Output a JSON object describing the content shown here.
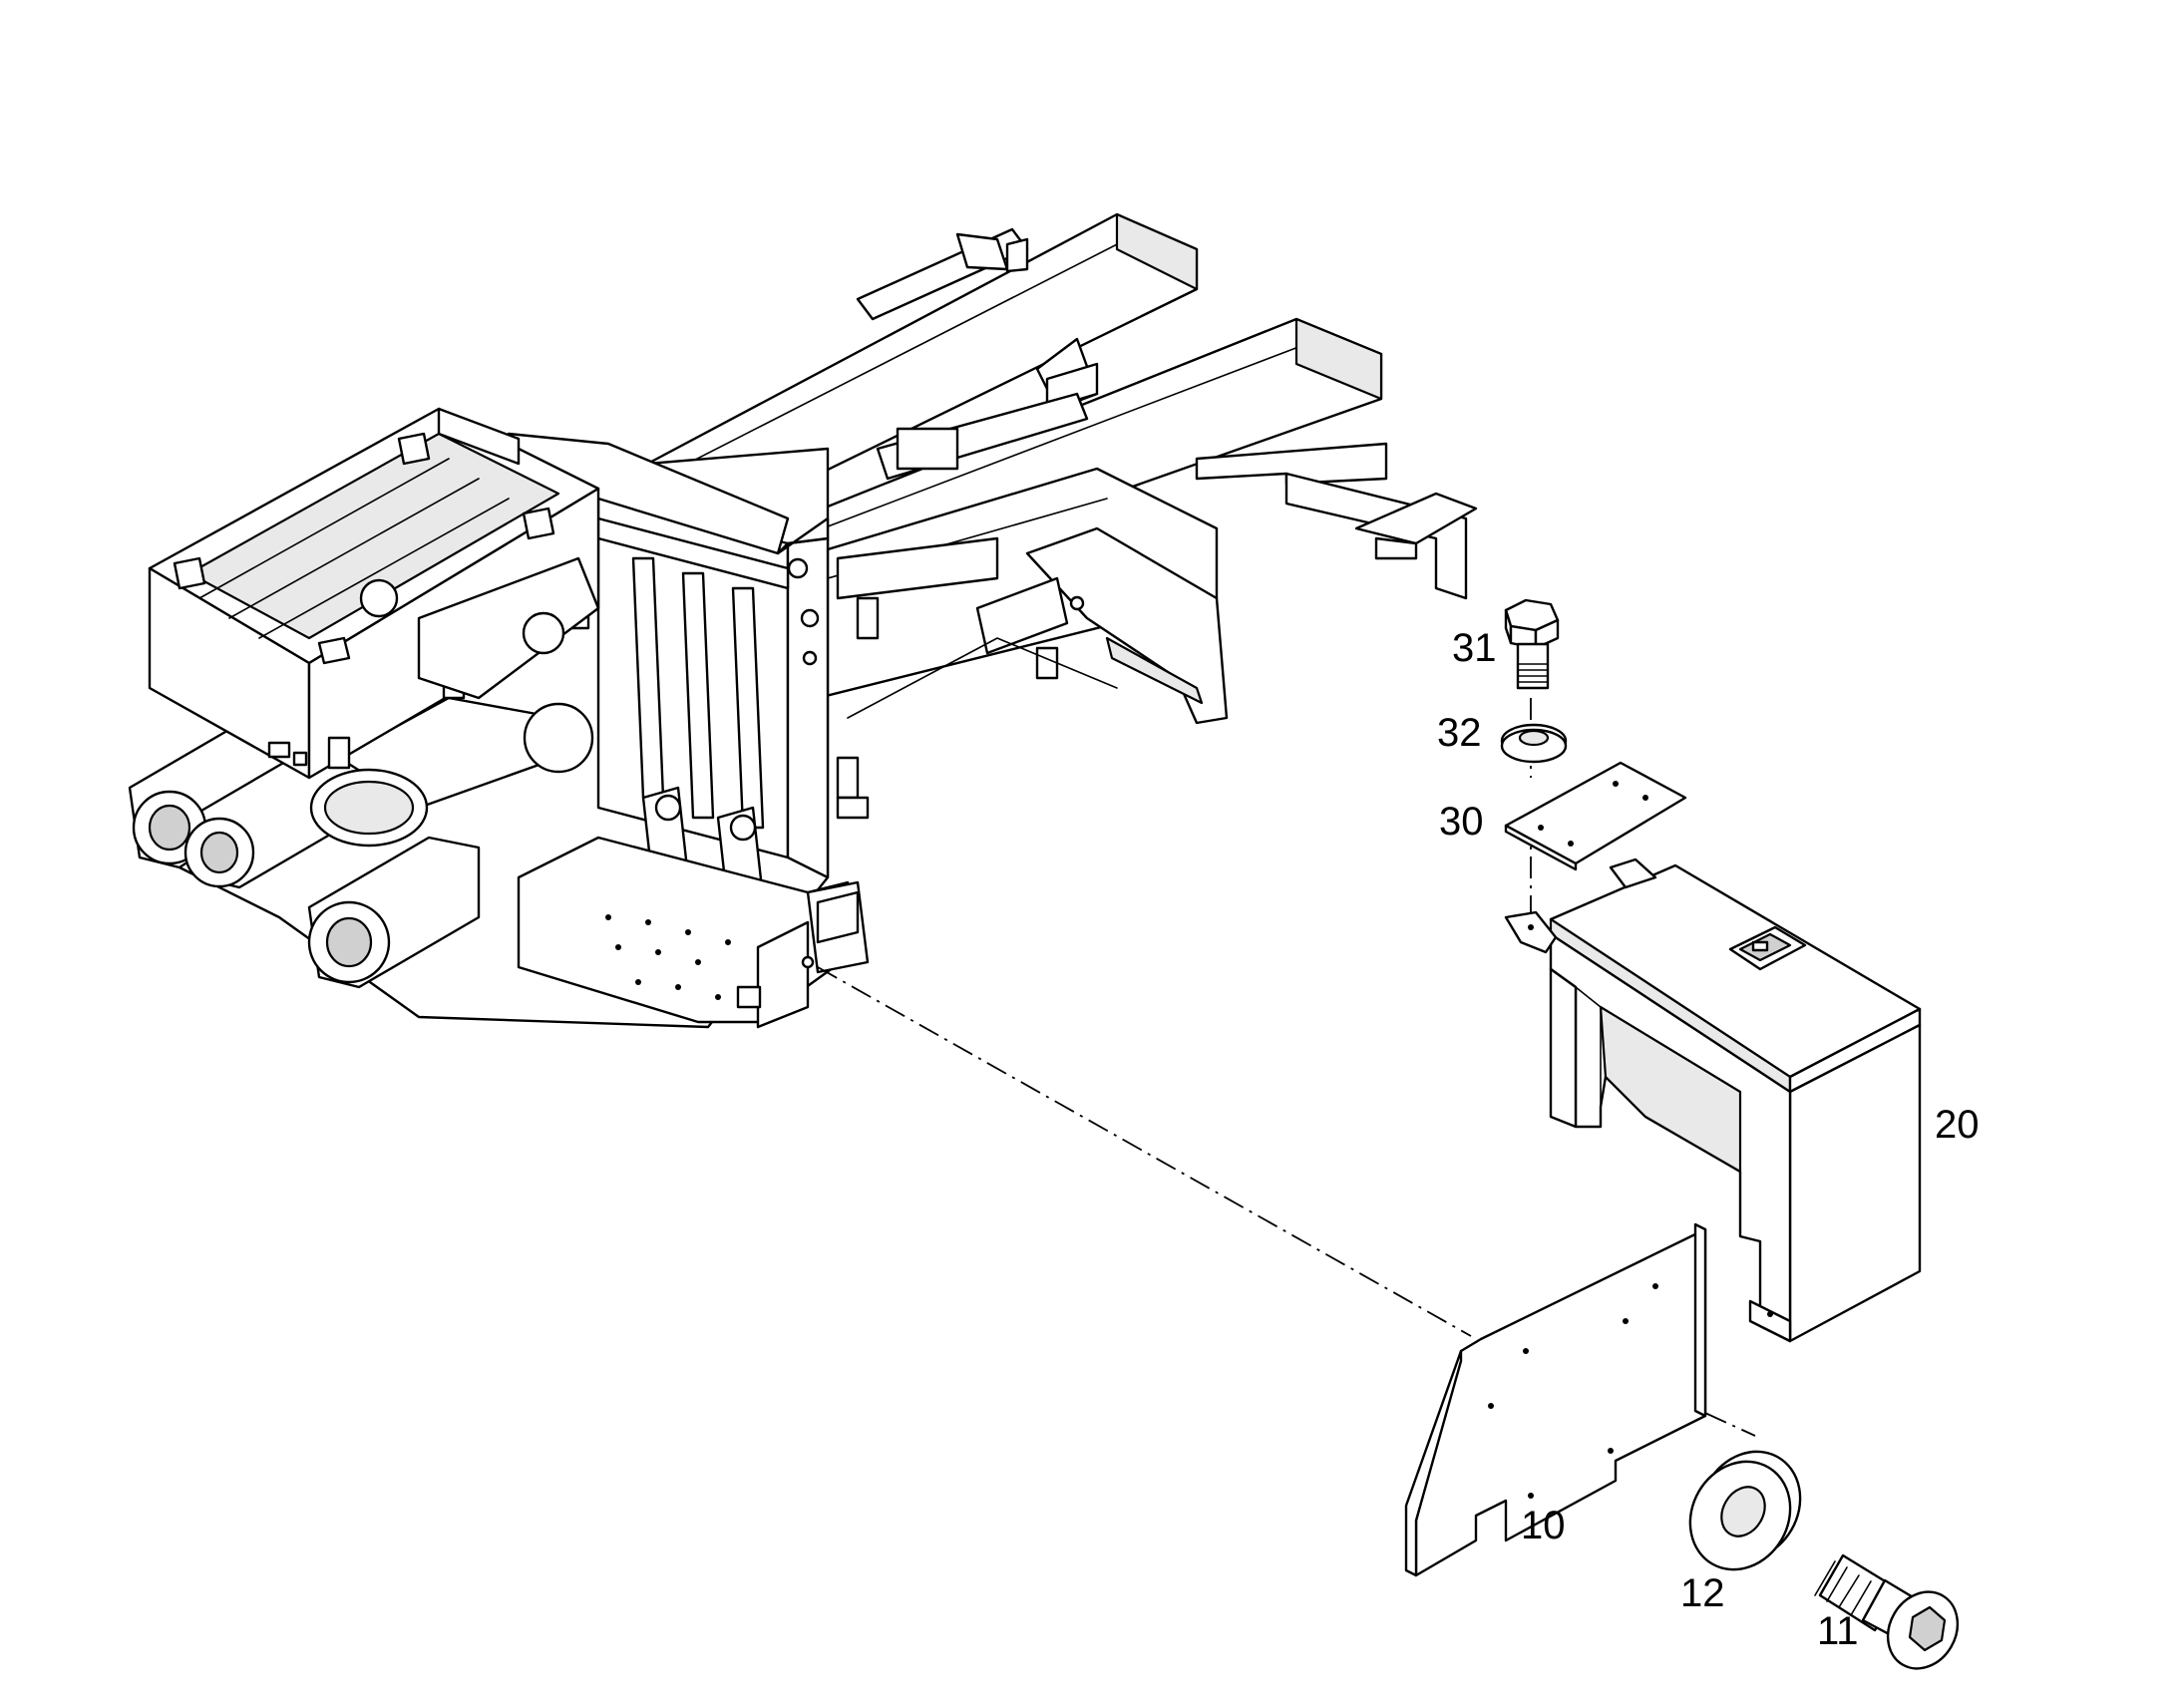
{
  "callouts": {
    "c31": "31",
    "c32": "32",
    "c30": "30",
    "c20": "20",
    "c10": "10",
    "c12": "12",
    "c11": "11"
  },
  "colors": {
    "line": "#000000",
    "background": "#ffffff"
  }
}
